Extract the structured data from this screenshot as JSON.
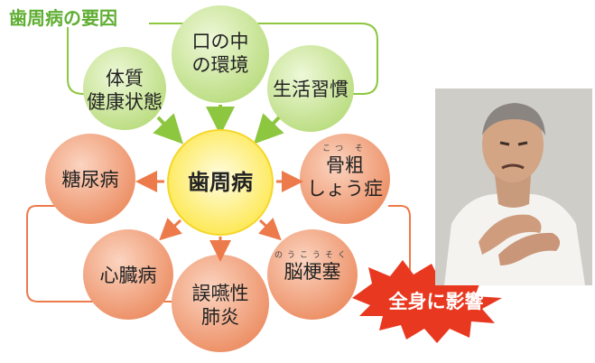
{
  "title": "歯周病の要因",
  "center": {
    "label": "歯周病"
  },
  "factors": [
    {
      "id": "body",
      "lines": [
        "体質",
        "健康状態"
      ]
    },
    {
      "id": "mouth",
      "lines": [
        "口の中",
        "の環境"
      ]
    },
    {
      "id": "habit",
      "lines": [
        "生活習慣"
      ]
    }
  ],
  "diseases": [
    {
      "id": "diabetes",
      "lines": [
        "糖尿病"
      ]
    },
    {
      "id": "osteoporosis",
      "lines": [
        "骨粗",
        "しょう症"
      ],
      "ruby": "こつ そ"
    },
    {
      "id": "heart",
      "lines": [
        "心臓病"
      ]
    },
    {
      "id": "pneumonia",
      "lines": [
        "誤嚥性",
        "肺炎"
      ]
    },
    {
      "id": "stroke",
      "lines": [
        "脳梗塞"
      ],
      "ruby": "のうこうそく"
    }
  ],
  "burst": {
    "label": "全身に影響"
  },
  "colors": {
    "factor_fill": "#cfe6a4",
    "disease_fill": "#f0a07c",
    "center_fill": "#fff58a",
    "green_arrow": "#8dc63f",
    "orange_arrow": "#ec7a4a",
    "burst": "#e83820",
    "title": "#5fae32"
  }
}
